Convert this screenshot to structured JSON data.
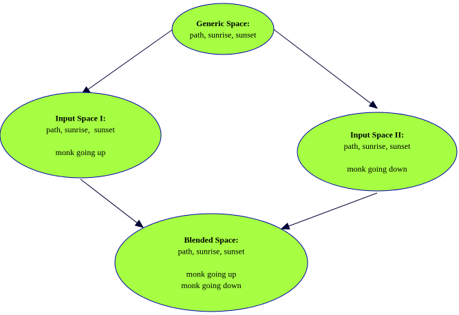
{
  "colors": {
    "node_fill": "#a6ff43",
    "node_stroke": "#0000aa",
    "edge": "#000033"
  },
  "nodes": [
    {
      "id": "generic",
      "title": "Generic Space:",
      "lines": [
        "path, sunrise, sunset"
      ]
    },
    {
      "id": "input1",
      "title": "Input Space I:",
      "lines": [
        "path, sunrise,  sunset",
        "",
        "monk going up"
      ]
    },
    {
      "id": "input2",
      "title": "Input Space II:",
      "lines": [
        "path, sunrise, sunset",
        "",
        "monk going down"
      ]
    },
    {
      "id": "blended",
      "title": "Blended Space:",
      "lines": [
        "path, sunrise, sunset",
        "",
        "monk going up",
        "monk going down"
      ]
    }
  ],
  "edges": [
    {
      "from": "generic",
      "to": "input1"
    },
    {
      "from": "generic",
      "to": "input2"
    },
    {
      "from": "input1",
      "to": "blended"
    },
    {
      "from": "input2",
      "to": "blended"
    }
  ]
}
